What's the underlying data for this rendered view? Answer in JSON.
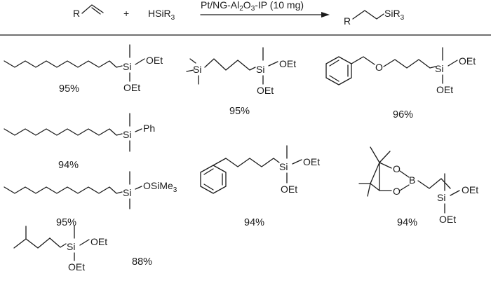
{
  "reaction": {
    "reactant_r": "R",
    "plus": "+",
    "silane": "HSiR",
    "silane_sub": "3",
    "catalyst_pre": "Pt/NG-Al",
    "catalyst_sub1": "2",
    "catalyst_o": "O",
    "catalyst_sub2": "3",
    "catalyst_post": "-IP (10 mg)",
    "product_r": "R",
    "product_si": "SiR",
    "product_sub": "3"
  },
  "atoms": {
    "si": "Si",
    "oet": "OEt",
    "ph": "Ph",
    "o": "O",
    "b": "B",
    "osime": "OSiMe",
    "osime_sub": "3"
  },
  "products": [
    {
      "id": "octyl-diethoxymethylsilane",
      "yield": "95%"
    },
    {
      "id": "tms-propyl-diethoxymethylsilane",
      "yield": "95%"
    },
    {
      "id": "benzyloxypropyl-diethoxymethylsilane",
      "yield": "96%"
    },
    {
      "id": "octyl-dimethylphenylsilane",
      "yield": "94%"
    },
    {
      "id": "phenylpropyl-diethoxymethylsilane",
      "yield": "94%"
    },
    {
      "id": "bpin-ethyl-diethoxymethylsilane",
      "yield": "94%"
    },
    {
      "id": "octyl-dimethyl-trimethylsiloxysilane",
      "yield": "95%"
    },
    {
      "id": "isopentyl-diethoxymethylsilane",
      "yield": "88%"
    }
  ]
}
